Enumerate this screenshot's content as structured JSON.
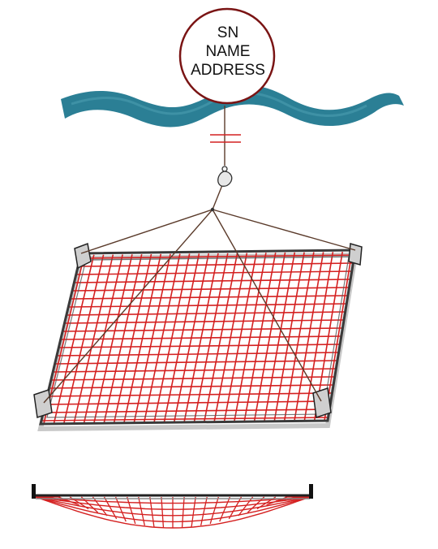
{
  "buoy": {
    "label_lines": [
      "SN",
      "NAME",
      "ADDRESS"
    ],
    "outline_color": "#7a1414"
  },
  "colors": {
    "water": "#2b7f95",
    "water_dark": "#1f6a80",
    "net": "#d42020",
    "rope": "#5a3a2a",
    "frame": "#3a3a3a",
    "frame_light": "#9a9a9a"
  },
  "grid": {
    "columns": 28,
    "rows": 20
  },
  "side_view": {
    "columns": 24,
    "rows": 5
  }
}
